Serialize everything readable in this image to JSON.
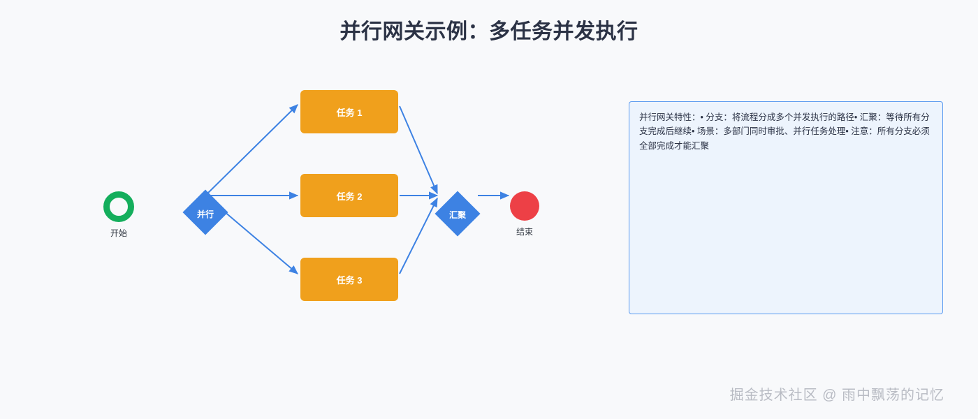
{
  "page": {
    "title": "并行网关示例：多任务并发执行",
    "background_color": "#f8f9fb",
    "watermark": "掘金技术社区 @ 雨中飘荡的记忆"
  },
  "diagram": {
    "type": "bpmn-parallel-gateway-flowchart",
    "colors": {
      "task_fill": "#f0a01c",
      "gateway_fill": "#3d82e3",
      "start_stroke": "#14ae5c",
      "end_fill": "#ed4046",
      "connector": "#3d82e3",
      "title_color": "#2b3245"
    },
    "nodes": {
      "start": {
        "label": "开始",
        "shape": "circle-ring",
        "color": "#14ae5c"
      },
      "split_gateway": {
        "label": "并行",
        "shape": "diamond",
        "color": "#3d82e3"
      },
      "task_1": {
        "label": "任务 1",
        "shape": "rounded-rect",
        "color": "#f0a01c"
      },
      "task_2": {
        "label": "任务 2",
        "shape": "rounded-rect",
        "color": "#f0a01c"
      },
      "task_3": {
        "label": "任务 3",
        "shape": "rounded-rect",
        "color": "#f0a01c"
      },
      "join_gateway": {
        "label": "汇聚",
        "shape": "diamond",
        "color": "#3d82e3"
      },
      "end": {
        "label": "结束",
        "shape": "circle-filled",
        "color": "#ed4046"
      }
    },
    "edges": [
      {
        "from": "split_gateway",
        "to": "task_1"
      },
      {
        "from": "split_gateway",
        "to": "task_2"
      },
      {
        "from": "split_gateway",
        "to": "task_3"
      },
      {
        "from": "task_1",
        "to": "join_gateway"
      },
      {
        "from": "task_2",
        "to": "join_gateway"
      },
      {
        "from": "task_3",
        "to": "join_gateway"
      },
      {
        "from": "join_gateway",
        "to": "end"
      }
    ]
  },
  "info_panel": {
    "text": "并行网关特性：• 分支：将流程分成多个并发执行的路径• 汇聚：等待所有分支完成后继续• 场景：多部门同时审批、并行任务处理• 注意：所有分支必须全部完成才能汇聚",
    "background_color": "#edf4fd",
    "border_color": "#5b9bf0"
  }
}
